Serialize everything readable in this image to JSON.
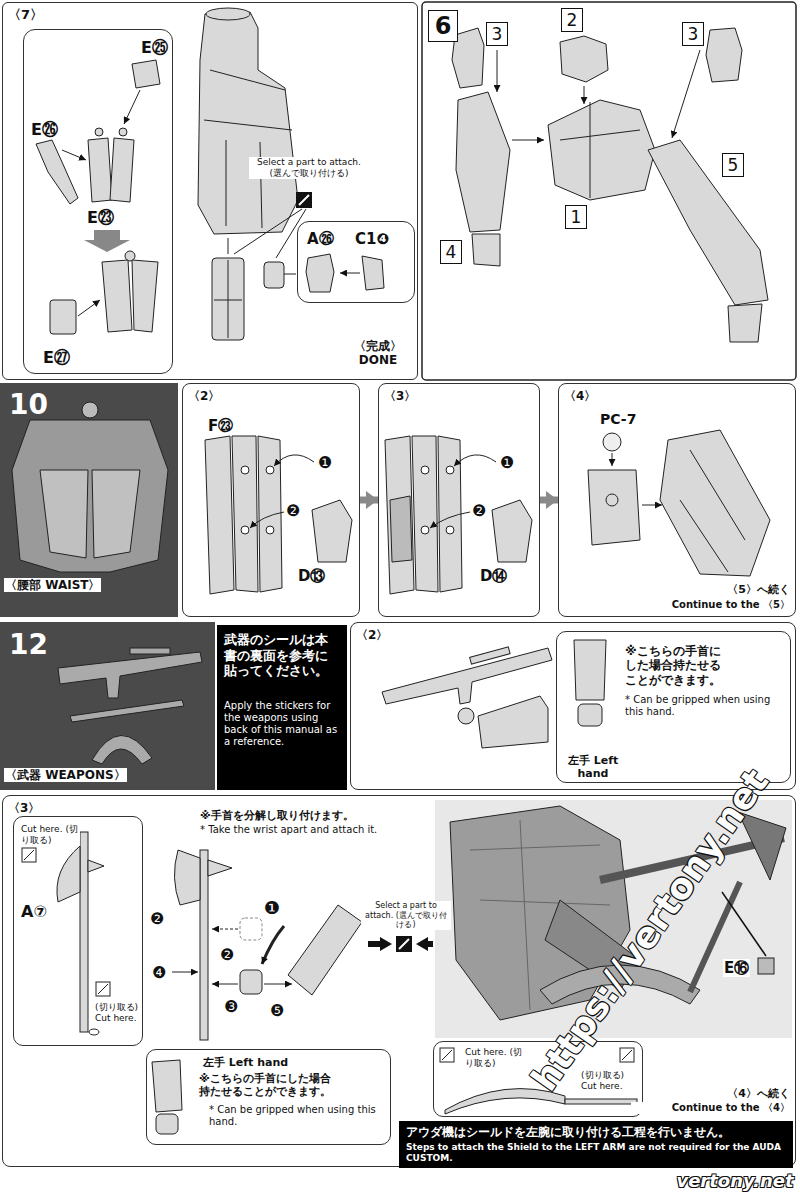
{
  "diagram": {
    "nodes": [
      {
        "text": [
          "〈7〉",
          "Select a part to attach. (選んで取り付ける)",
          "〈完成〉 DONE"
        ]
      },
      {
        "text": [
          "E㉕",
          "E㉖",
          "E㉓",
          "E㉗"
        ],
        "in": 0
      },
      {
        "text": [
          "A㉖",
          "C1❹"
        ],
        "in": 0
      },
      {
        "text": [
          "6"
        ]
      },
      {
        "text": [
          "3"
        ]
      },
      {
        "text": [
          "2"
        ]
      },
      {
        "text": [
          "3"
        ]
      },
      {
        "text": [
          "1"
        ]
      },
      {
        "text": [
          "4"
        ]
      },
      {
        "text": [
          "5"
        ]
      },
      {
        "text": [
          "10",
          "〈腰部 WAIST〉"
        ]
      },
      {
        "text": [
          "〈2〉",
          "F㉓",
          "❶",
          "❷",
          "D⑬"
        ]
      },
      {
        "text": [
          "〈3〉",
          "❶",
          "❷",
          "D⑭"
        ]
      },
      {
        "text": [
          "〈4〉",
          "PC-7",
          "〈5〉へ続く",
          "Continue to the 〈5〉"
        ]
      },
      {
        "text": [
          "12",
          "〈武器 WEAPONS〉"
        ]
      },
      {
        "text": [
          "武器のシールは本書の裏面を参考に貼ってください。",
          "Apply the stickers for the weapons using back of this manual as a reference."
        ]
      },
      {
        "text": [
          "〈2〉"
        ]
      },
      {
        "text": [
          "※こちらの手首に した場合持たせる ことができます。",
          "* Can be gripped when using this hand.",
          "左手 Left hand"
        ],
        "in": 16
      },
      {
        "text": [
          "〈3〉",
          "※手首を分解し取り付けます。",
          "* Take the wrist apart and attach it.",
          "❶",
          "❷",
          "❷",
          "❸",
          "❹",
          "❺",
          "Select a part to attach. (選んで取り付ける)",
          "E⑯",
          "〈4〉へ続く",
          "Continue to the 〈4〉"
        ]
      },
      {
        "text": [
          "Cut here. (切り取る)",
          "A⑦",
          "(切り取る) Cut here."
        ],
        "in": 18
      },
      {
        "text": [
          "左手 Left hand",
          "※こちらの手首にした場合 持たせることができます。",
          "* Can be gripped when using this hand."
        ],
        "in": 18
      },
      {
        "text": [
          "Cut here. (切り取る)",
          "(切り取る) Cut here."
        ],
        "in": 18
      },
      {
        "text": [
          "アウダ機はシールドを左腕に取り付ける工程を行いません。",
          "Steps to attach the Shield to the LEFT ARM are not required for the AUDA CUSTOM."
        ],
        "in": 18
      }
    ],
    "edges": [
      {
        "from": 11,
        "to": 12,
        "arrow": "to"
      },
      {
        "from": 12,
        "to": 13,
        "arrow": "to"
      }
    ],
    "labels": [
      "https://vertony.net",
      "vertony.net"
    ]
  }
}
